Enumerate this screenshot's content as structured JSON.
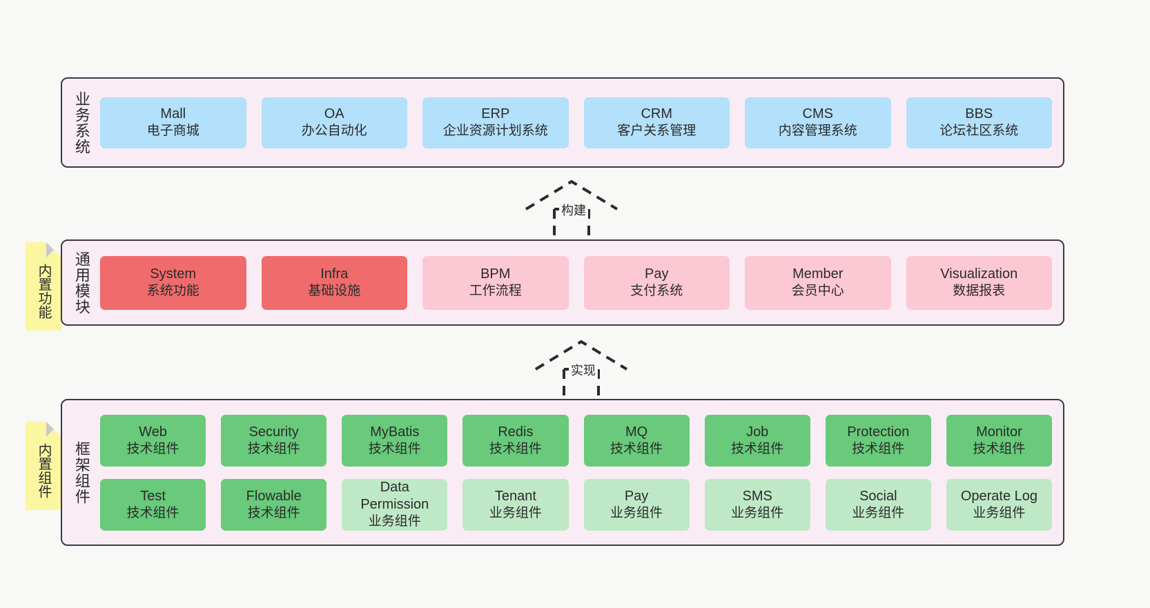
{
  "diagram": {
    "background_color": "#f8f8f7",
    "panel_color": "#f9ecf5",
    "panel_border_color": "#3d3846",
    "note_color": "#fbf7a0"
  },
  "notes": [
    {
      "name": "builtin-functions",
      "label": "内置功能"
    },
    {
      "name": "builtin-components",
      "label": "内置组件"
    }
  ],
  "arrows": [
    {
      "name": "build-arrow",
      "label": "构建",
      "style": "dashed-hollow-up"
    },
    {
      "name": "implement-arrow",
      "label": "实现",
      "style": "dashed-hollow-up"
    }
  ],
  "layers": {
    "business": {
      "title": "业务系统",
      "color": "#b3e0fb",
      "items": [
        {
          "en": "Mall",
          "cn": "电子商城"
        },
        {
          "en": "OA",
          "cn": "办公自动化"
        },
        {
          "en": "ERP",
          "cn": "企业资源计划系统"
        },
        {
          "en": "CRM",
          "cn": "客户关系管理"
        },
        {
          "en": "CMS",
          "cn": "内容管理系统"
        },
        {
          "en": "BBS",
          "cn": "论坛社区系统"
        }
      ]
    },
    "common": {
      "title": "通用模块",
      "items": [
        {
          "en": "System",
          "cn": "系统功能",
          "color": "red"
        },
        {
          "en": "Infra",
          "cn": "基础设施",
          "color": "red"
        },
        {
          "en": "BPM",
          "cn": "工作流程",
          "color": "pink"
        },
        {
          "en": "Pay",
          "cn": "支付系统",
          "color": "pink"
        },
        {
          "en": "Member",
          "cn": "会员中心",
          "color": "pink"
        },
        {
          "en": "Visualization",
          "cn": "数据报表",
          "color": "pink"
        }
      ]
    },
    "framework": {
      "title": "框架组件",
      "row1": [
        {
          "en": "Web",
          "cn": "技术组件",
          "color": "green"
        },
        {
          "en": "Security",
          "cn": "技术组件",
          "color": "green"
        },
        {
          "en": "MyBatis",
          "cn": "技术组件",
          "color": "green"
        },
        {
          "en": "Redis",
          "cn": "技术组件",
          "color": "green"
        },
        {
          "en": "MQ",
          "cn": "技术组件",
          "color": "green"
        },
        {
          "en": "Job",
          "cn": "技术组件",
          "color": "green"
        },
        {
          "en": "Protection",
          "cn": "技术组件",
          "color": "green"
        },
        {
          "en": "Monitor",
          "cn": "技术组件",
          "color": "green"
        }
      ],
      "row2": [
        {
          "en": "Test",
          "cn": "技术组件",
          "color": "green"
        },
        {
          "en": "Flowable",
          "cn": "技术组件",
          "color": "green"
        },
        {
          "en": "Data Permission",
          "cn": "业务组件",
          "color": "lgreen"
        },
        {
          "en": "Tenant",
          "cn": "业务组件",
          "color": "lgreen"
        },
        {
          "en": "Pay",
          "cn": "业务组件",
          "color": "lgreen"
        },
        {
          "en": "SMS",
          "cn": "业务组件",
          "color": "lgreen"
        },
        {
          "en": "Social",
          "cn": "业务组件",
          "color": "lgreen"
        },
        {
          "en": "Operate Log",
          "cn": "业务组件",
          "color": "lgreen"
        }
      ]
    }
  }
}
